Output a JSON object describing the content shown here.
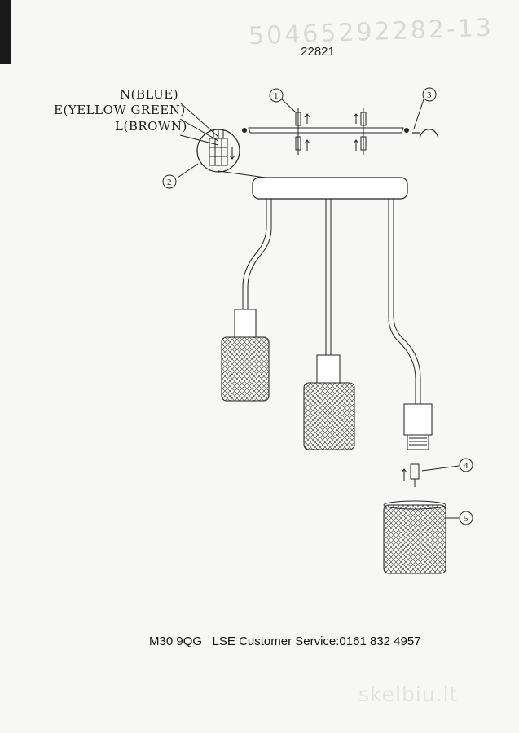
{
  "document": {
    "number": "22821",
    "handwritten_code": "50465292282-13",
    "footer_postcode": "M30 9QG",
    "footer_service": "LSE Customer Service:0161 832 4957",
    "watermark": "skelbiu.lt"
  },
  "wiring_labels": {
    "neutral": "N(BLUE)",
    "earth": "E(YELLOW GREEN)",
    "live": "L(BROWN)"
  },
  "callouts": [
    {
      "number": "1",
      "part": "mounting-screws"
    },
    {
      "number": "2",
      "part": "terminal-block"
    },
    {
      "number": "3",
      "part": "ceiling-hook"
    },
    {
      "number": "4",
      "part": "bulb"
    },
    {
      "number": "5",
      "part": "mesh-shade"
    }
  ],
  "colors": {
    "line": "#1e1e1e",
    "paper": "#f7f7f6"
  }
}
